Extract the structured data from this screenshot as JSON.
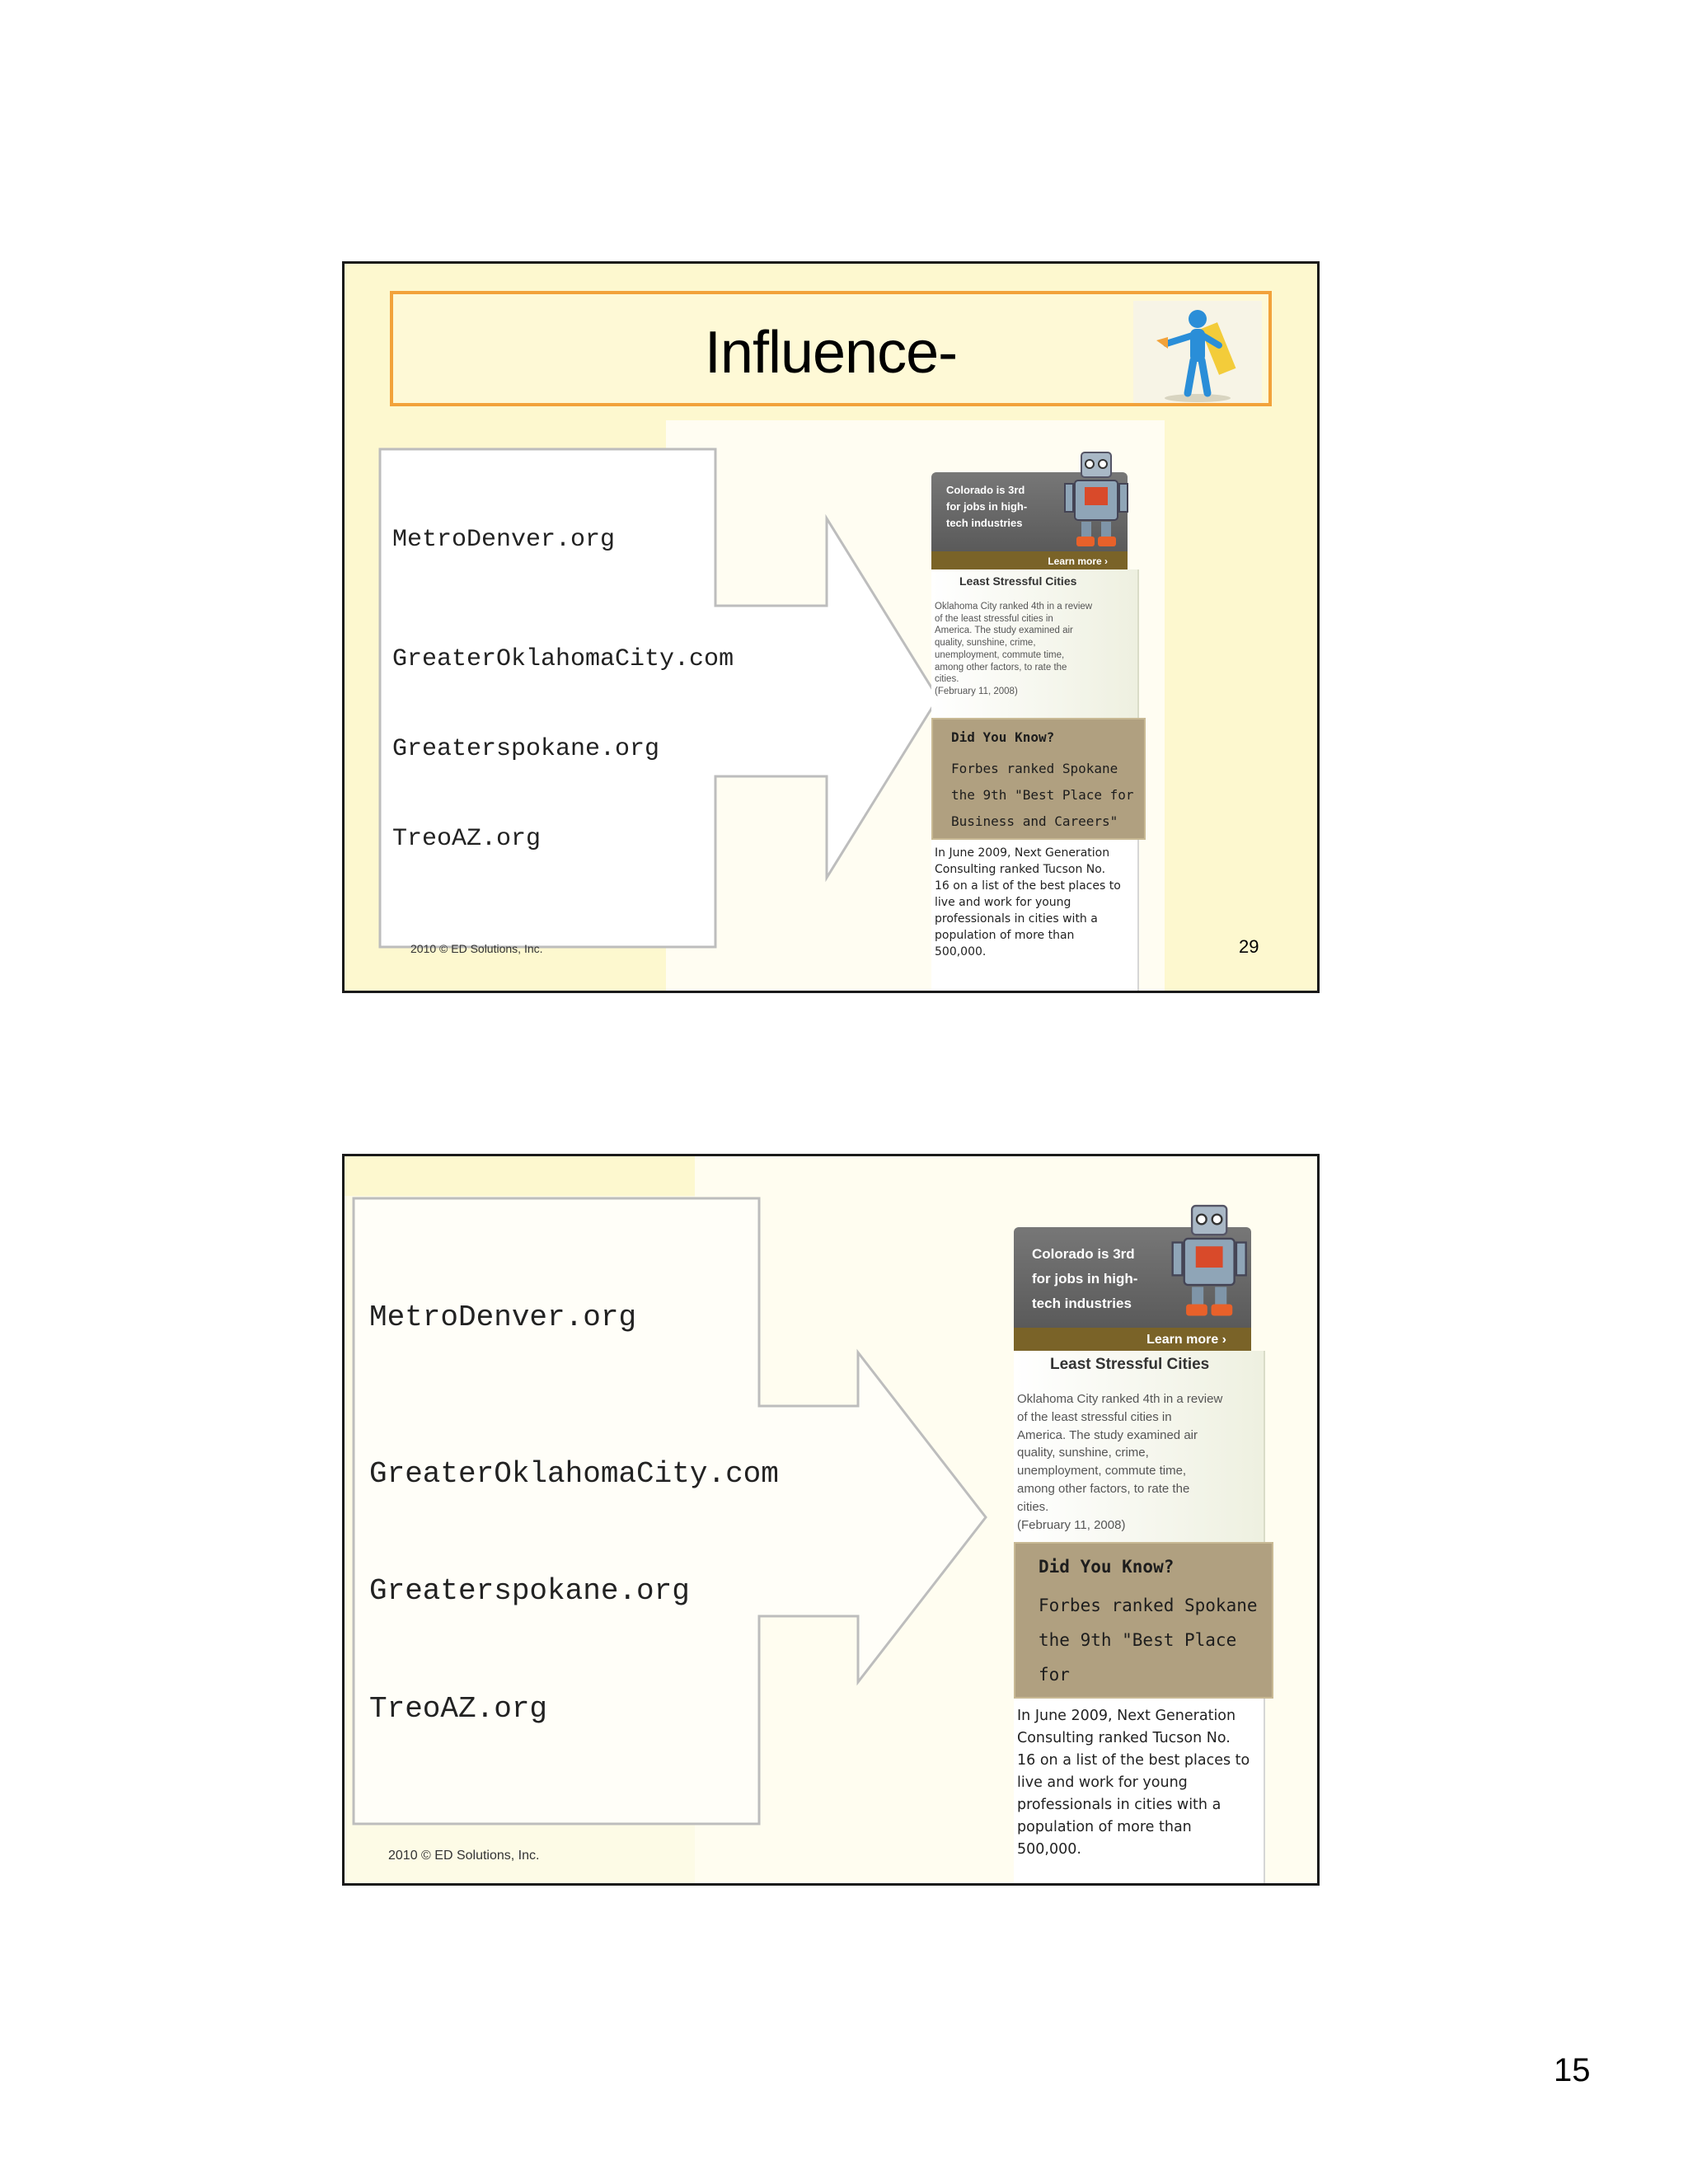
{
  "slide1": {
    "title": "Influence-",
    "sites": [
      "MetroDenver.org",
      "GreaterOklahomaCity.com",
      "Greaterspokane.org",
      "TreoAZ.org"
    ],
    "footer": "2010 © ED Solutions, Inc.",
    "slide_number": "29"
  },
  "slide2": {
    "sites": [
      "MetroDenver.org",
      "GreaterOklahomaCity.com",
      "Greaterspokane.org",
      "TreoAZ.org"
    ],
    "footer": "2010 © ED Solutions, Inc."
  },
  "clipping": {
    "banner_lines": [
      "Colorado is 3rd",
      "for jobs in high-",
      "tech industries"
    ],
    "learn_more": "Learn more ›",
    "lsc_title": "Least Stressful Cities",
    "lsc_lines": [
      "Oklahoma City ranked 4th in a review",
      "of the least stressful cities in",
      "America. The study examined air",
      "quality, sunshine, crime,",
      "unemployment, commute time,",
      "among other factors, to rate the",
      "cities.",
      "(February 11, 2008)"
    ],
    "dyk_title": "Did You Know?",
    "dyk_lines": [
      "Forbes ranked Spokane",
      "the 9th \"Best Place for",
      "Business and Careers\""
    ],
    "tucson_lines": [
      "In June 2009, Next Generation",
      "Consulting ranked Tucson No.",
      "16 on a list of the best places to",
      "live and work for young",
      "professionals in cities with a",
      "population of more than",
      "500,000."
    ]
  },
  "page_number": "15"
}
